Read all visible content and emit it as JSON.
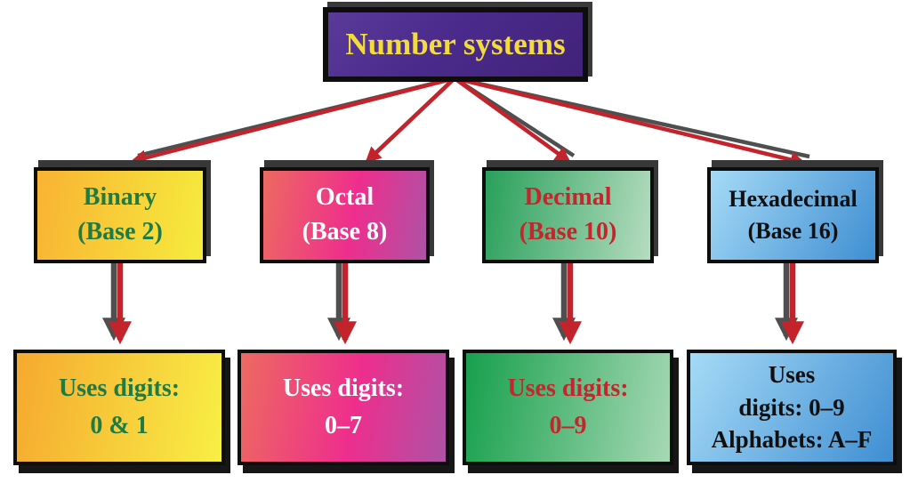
{
  "diagram_title": "Number systems",
  "root": {
    "label": "Number systems"
  },
  "branches": [
    {
      "id": "binary",
      "name": "Binary",
      "base": "(Base 2)",
      "uses": [
        "Uses digits:",
        "0 & 1",
        ""
      ],
      "box_colors": [
        "#f9b233",
        "#f6ec3d"
      ],
      "text_color": "#1f7b44"
    },
    {
      "id": "octal",
      "name": "Octal",
      "base": "(Base 8)",
      "uses": [
        "Uses digits:",
        "0–7",
        ""
      ],
      "box_colors": [
        "#ed6a60",
        "#ee2e8d",
        "#ad52a5"
      ],
      "text_color": "#ffffff"
    },
    {
      "id": "decimal",
      "name": "Decimal",
      "base": "(Base 10)",
      "uses": [
        "Uses digits:",
        "0–9",
        ""
      ],
      "box_colors": [
        "#28a05a",
        "#b6dcc0"
      ],
      "text_color": "#c3262c"
    },
    {
      "id": "hexadecimal",
      "name": "Hexadecimal",
      "base": "(Base 16)",
      "uses": [
        "Uses",
        "digits: 0–9",
        "Alphabets: A–F"
      ],
      "box_colors": [
        "#a5daf6",
        "#3f8ed2"
      ],
      "text_color": "#101010"
    }
  ],
  "colors": {
    "root_box": "#4a2b8c",
    "root_text": "#f3dc3a",
    "arrow_red": "#c3242b",
    "arrow_shadow_gray": "#4f4f4f",
    "border_black": "#0d0d0d",
    "background": "#ffffff"
  }
}
